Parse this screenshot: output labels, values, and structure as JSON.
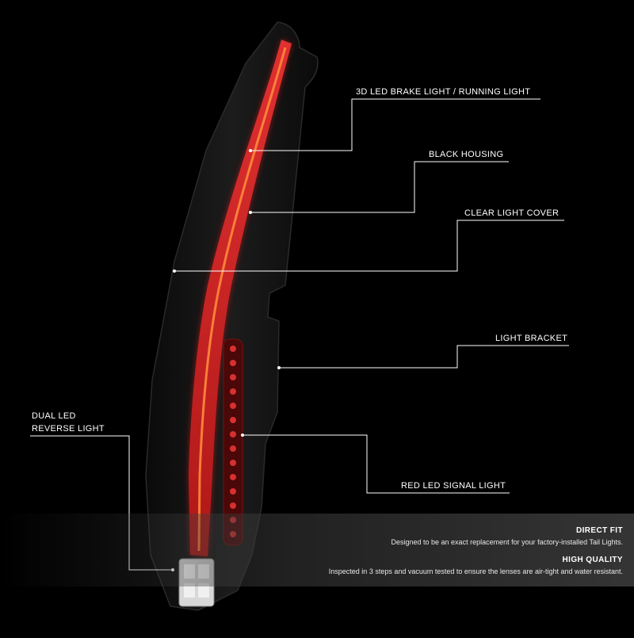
{
  "callouts": {
    "brake": "3D LED BRAKE LIGHT / RUNNING LIGHT",
    "housing": "BLACK HOUSING",
    "cover": "CLEAR LIGHT COVER",
    "bracket": "LIGHT BRACKET",
    "signal": "RED LED SIGNAL LIGHT",
    "reverse_line1": "DUAL LED",
    "reverse_line2": "REVERSE LIGHT"
  },
  "features": [
    {
      "title": "DIRECT FIT",
      "text": "Designed to be an exact replacement for your factory-installed Tail Lights."
    },
    {
      "title": "HIGH QUALITY",
      "text": "Inspected in 3 steps and vacuum tested to ensure the lenses are air-tight and water resistant."
    }
  ],
  "colors": {
    "background": "#000000",
    "led_red": "#d42a2a",
    "led_amber": "#ff8a3a",
    "callout_line": "#ffffff"
  }
}
